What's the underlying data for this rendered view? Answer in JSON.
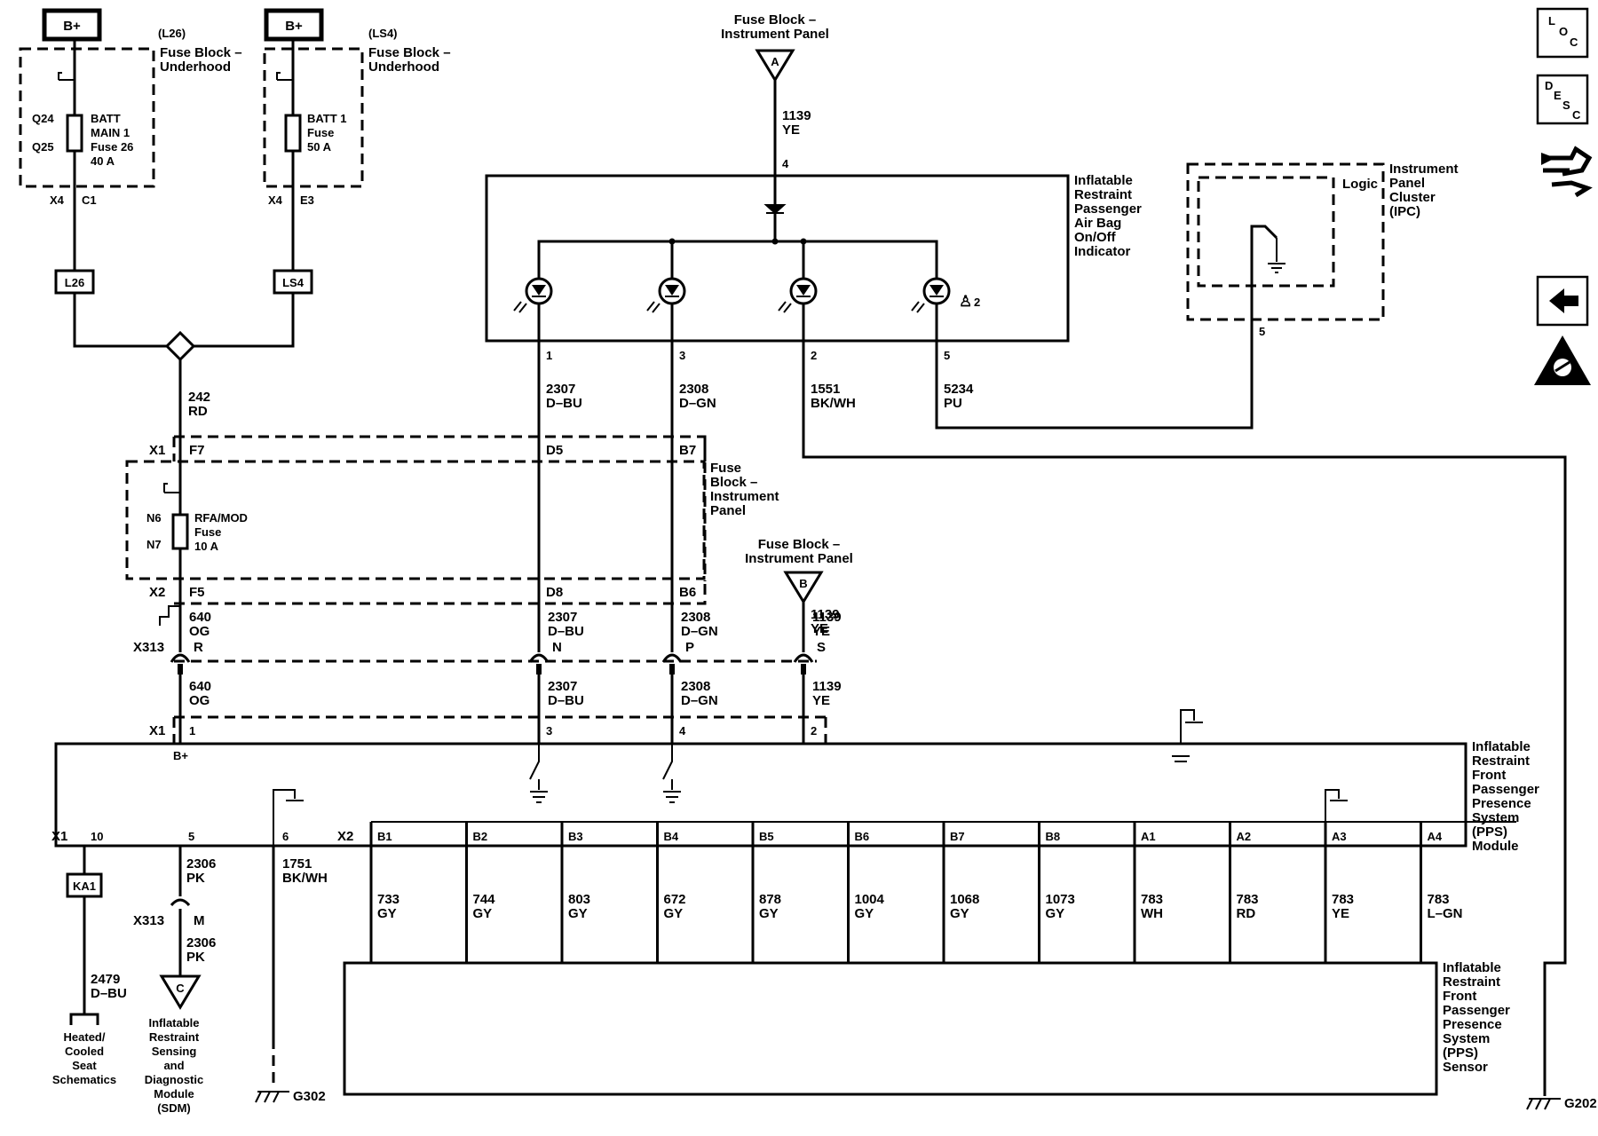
{
  "battery_left": {
    "label": "B+",
    "variant": "(L26)",
    "fuse_block": [
      "Fuse Block –",
      "Underhood"
    ],
    "fuse_terms": [
      "Q24",
      "Q25"
    ],
    "fuse_text": [
      "BATT",
      "MAIN 1",
      "Fuse 26",
      "40 A"
    ],
    "conn": "X4",
    "pin": "C1",
    "tag": "L26"
  },
  "battery_right": {
    "label": "B+",
    "variant": "(LS4)",
    "fuse_block": [
      "Fuse Block –",
      "Underhood"
    ],
    "fuse_text": [
      "BATT 1",
      "Fuse",
      "50 A"
    ],
    "conn": "X4",
    "pin": "E3",
    "tag": "LS4"
  },
  "splice_wire": [
    "242",
    "RD"
  ],
  "ip_fuse_block": {
    "name": [
      "Fuse",
      "Block –",
      "Instrument",
      "Panel"
    ],
    "conn_top": "X1",
    "conn_bot": "X2",
    "pins_top": [
      "F7",
      "D5",
      "B7"
    ],
    "pins_bot": [
      "F5",
      "D8",
      "B6"
    ],
    "fuse_terms": [
      "N6",
      "N7"
    ],
    "fuse_text": [
      "RFA/MOD",
      "Fuse",
      "10 A"
    ]
  },
  "feed_a": {
    "title": [
      "Fuse Block –",
      "Instrument Panel"
    ],
    "letter": "A",
    "wire": [
      "1139",
      "YE"
    ],
    "pin": "4"
  },
  "feed_b": {
    "title": [
      "Fuse Block –",
      "Instrument Panel"
    ],
    "letter": "B",
    "wire": [
      "1139",
      "YE"
    ]
  },
  "indicator": {
    "name": [
      "Inflatable",
      "Restraint",
      "Passenger",
      "Air Bag",
      "On/Off",
      "Indicator"
    ],
    "pins": [
      "1",
      "3",
      "2",
      "5"
    ],
    "icon_num": "2"
  },
  "wires_top": [
    [
      "2307",
      "D–BU"
    ],
    [
      "2308",
      "D–GN"
    ],
    [
      "1551",
      "BK/WH"
    ],
    [
      "5234",
      "PU"
    ]
  ],
  "ipc": {
    "name": [
      "Instrument",
      "Panel",
      "Cluster",
      "(IPC)"
    ],
    "logic": "Logic",
    "pin": "5"
  },
  "x313": {
    "label": "X313",
    "pins": [
      "R",
      "N",
      "P",
      "S"
    ],
    "upper": [
      [
        "640",
        "OG"
      ],
      [
        "2307",
        "D–BU"
      ],
      [
        "2308",
        "D–GN"
      ],
      [
        "1139",
        "YE"
      ]
    ],
    "lower": [
      [
        "640",
        "OG"
      ],
      [
        "2307",
        "D–BU"
      ],
      [
        "2308",
        "D–GN"
      ],
      [
        "1139",
        "YE"
      ]
    ]
  },
  "module": {
    "name": [
      "Inflatable",
      "Restraint",
      "Front",
      "Passenger",
      "Presence",
      "System",
      "(PPS)",
      "Module"
    ],
    "conn_x1": "X1",
    "top_pins": [
      "1",
      "3",
      "4",
      "2"
    ],
    "bplus": "B+",
    "conn_x1b": "X1",
    "conn_x2": "X2",
    "bot_pins_x1": [
      "10",
      "5",
      "6"
    ]
  },
  "bottom_left": {
    "ka1": "KA1",
    "wire_ka1": [
      "2479",
      "D–BU"
    ],
    "heated": [
      "Heated/",
      "Cooled",
      "Seat",
      "Schematics"
    ],
    "wire_pk_upper": [
      "2306",
      "PK"
    ],
    "x313_label": "X313",
    "x313_pin": "M",
    "wire_pk_lower": [
      "2306",
      "PK"
    ],
    "sdm_letter": "C",
    "sdm": [
      "Inflatable",
      "Restraint",
      "Sensing",
      "and",
      "Diagnostic",
      "Module",
      "(SDM)"
    ],
    "wire_gnd": [
      "1751",
      "BK/WH"
    ],
    "g302": "G302"
  },
  "sensor_pins": [
    "B1",
    "B2",
    "B3",
    "B4",
    "B5",
    "B6",
    "B7",
    "B8",
    "A1",
    "A2",
    "A3",
    "A4"
  ],
  "sensor_wires": [
    [
      "733",
      "GY"
    ],
    [
      "744",
      "GY"
    ],
    [
      "803",
      "GY"
    ],
    [
      "672",
      "GY"
    ],
    [
      "878",
      "GY"
    ],
    [
      "1004",
      "GY"
    ],
    [
      "1068",
      "GY"
    ],
    [
      "1073",
      "GY"
    ],
    [
      "783",
      "WH"
    ],
    [
      "783",
      "RD"
    ],
    [
      "783",
      "YE"
    ],
    [
      "783",
      "L–GN"
    ]
  ],
  "sensor": {
    "name": [
      "Inflatable",
      "Restraint",
      "Front",
      "Passenger",
      "Presence",
      "System",
      "(PPS)",
      "Sensor"
    ]
  },
  "g202": "G202",
  "side_buttons": {
    "loc": [
      "L",
      "O",
      "C"
    ],
    "desc": [
      "D",
      "E",
      "S",
      "C"
    ]
  }
}
